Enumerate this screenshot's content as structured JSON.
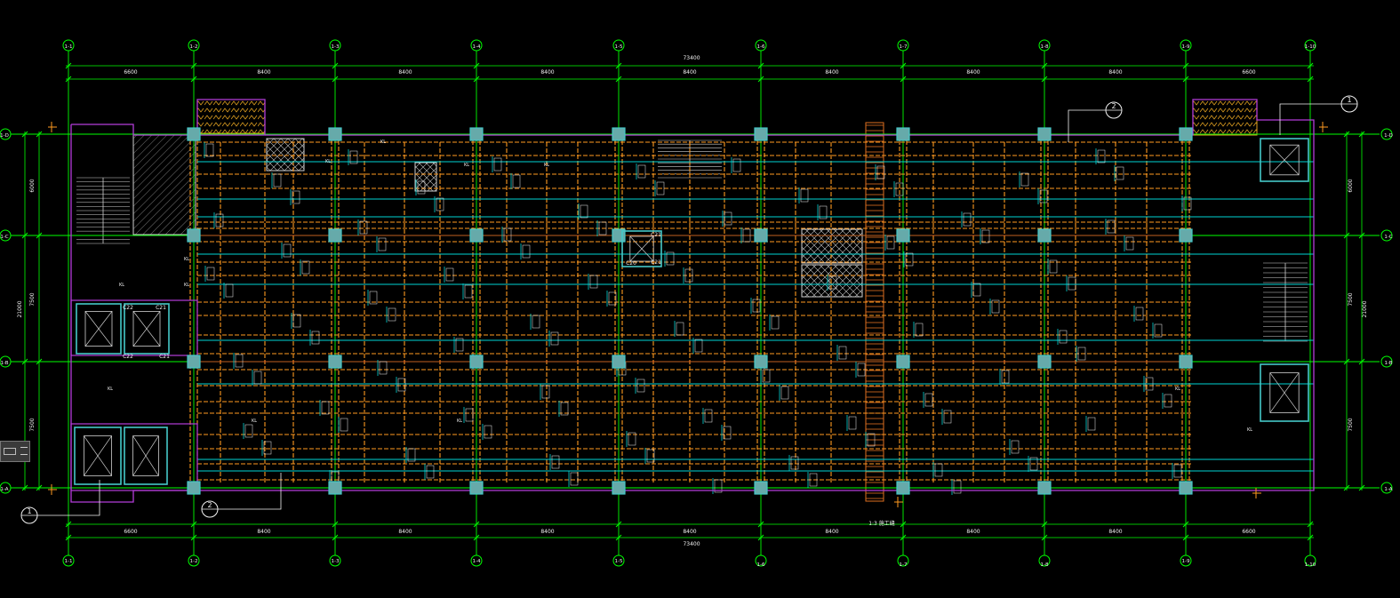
{
  "colors": {
    "background": "#000000",
    "axis": "#00ff00",
    "beam": "#ff9a1f",
    "rebar": "#00d5d5",
    "wall": "#b43cd9",
    "column": "#45c8c8",
    "hatch": "#e0a020",
    "text": "#f2f2f2",
    "red": "#ff2b2b"
  },
  "grid": {
    "columns": [
      "1-1",
      "1-2",
      "1-3",
      "1-4",
      "1-5",
      "1-6",
      "1-7",
      "1-8",
      "1-9",
      "1-10"
    ],
    "rows": [
      "1-D",
      "1-C",
      "1-B",
      "1-A"
    ]
  },
  "dimensions": {
    "top_total": "73400",
    "top_segments": [
      "6600",
      "8400",
      "8400",
      "8400",
      "8400",
      "8400",
      "8400",
      "8400",
      "6600"
    ],
    "bottom_total": "73400",
    "bottom_segments": [
      "6600",
      "8400",
      "8400",
      "8400",
      "8400",
      "8400",
      "8400",
      "8400",
      "6600"
    ],
    "left_segments": [
      "6000",
      "7500",
      "7500"
    ],
    "left_total": "21000",
    "right_segments": [
      "6000",
      "7500",
      "7500"
    ],
    "right_total": "21000"
  },
  "callouts": [
    "1",
    "2",
    "1",
    "2"
  ],
  "tags": [
    "C21",
    "C22",
    "C21",
    "C22",
    "C21",
    "C21",
    "C20"
  ],
  "beam_labels": [
    "KL",
    "KL",
    "KL",
    "KL",
    "KL",
    "KL",
    "KL",
    "KL",
    "KL",
    "KL",
    "KL",
    "KL"
  ],
  "note": "1:3 施工缝"
}
